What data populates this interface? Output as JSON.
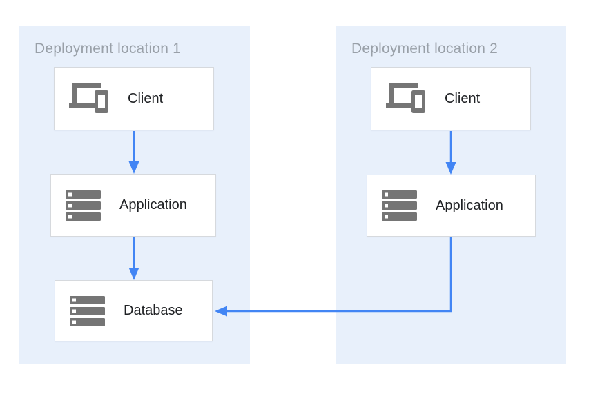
{
  "diagram": {
    "type": "architecture-diagram",
    "panels": [
      {
        "title": "Deployment location 1",
        "nodes": [
          {
            "id": "client-1",
            "label": "Client",
            "icon": "devices-icon"
          },
          {
            "id": "application-1",
            "label": "Application",
            "icon": "server-stack-icon"
          },
          {
            "id": "database-1",
            "label": "Database",
            "icon": "server-stack-icon"
          }
        ]
      },
      {
        "title": "Deployment location 2",
        "nodes": [
          {
            "id": "client-2",
            "label": "Client",
            "icon": "devices-icon"
          },
          {
            "id": "application-2",
            "label": "Application",
            "icon": "server-stack-icon"
          }
        ]
      }
    ],
    "connections": [
      {
        "from": "client-1",
        "to": "application-1",
        "direction": "down"
      },
      {
        "from": "application-1",
        "to": "database-1",
        "direction": "down"
      },
      {
        "from": "client-2",
        "to": "application-2",
        "direction": "down"
      },
      {
        "from": "application-2",
        "to": "database-1",
        "direction": "down-then-left"
      }
    ],
    "colors": {
      "panel_background": "#E8F0FB",
      "node_background": "#FFFFFF",
      "node_border": "#D6D9DD",
      "arrow": "#4285F4",
      "icon": "#757575",
      "panel_title_text": "#99A0A8",
      "node_label_text": "#1F2124"
    }
  }
}
